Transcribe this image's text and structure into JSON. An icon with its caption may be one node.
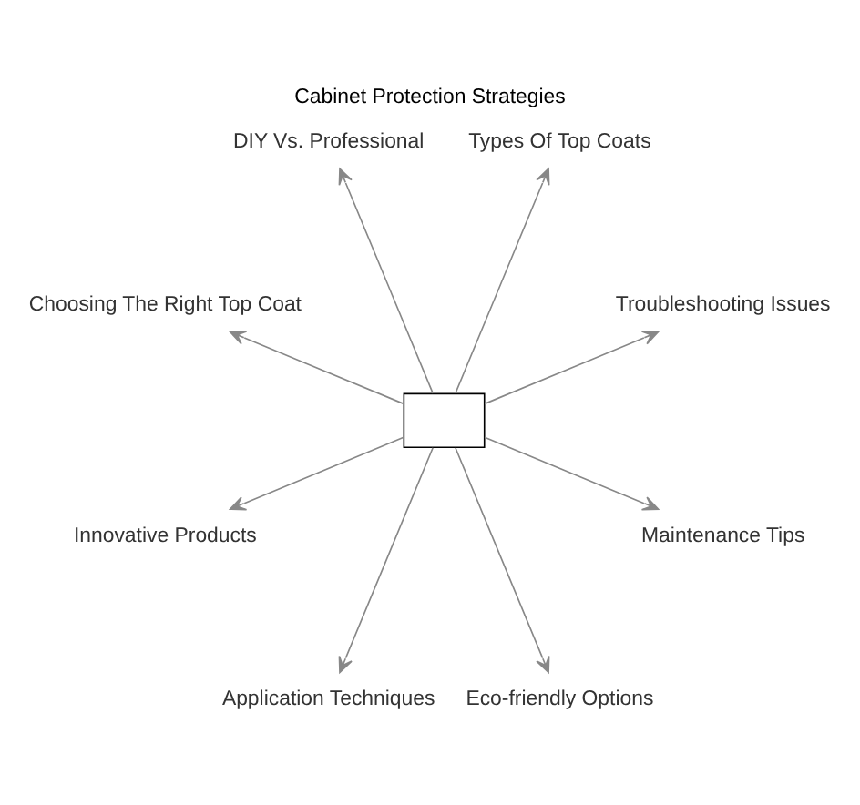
{
  "diagram": {
    "title": "Cabinet Protection Strategies",
    "nodes": [
      {
        "text": [],
        "shape": "box"
      },
      {
        "text": [
          "Troubleshooting Issues"
        ]
      },
      {
        "text": [
          "Types Of Top Coats"
        ]
      },
      {
        "text": [
          "DIY Vs. Professional"
        ]
      },
      {
        "text": [
          "Choosing The Right Top Coat"
        ]
      },
      {
        "text": [
          "Innovative Products"
        ]
      },
      {
        "text": [
          "Application Techniques"
        ]
      },
      {
        "text": [
          "Eco-friendly Options"
        ]
      },
      {
        "text": [
          "Maintenance Tips"
        ]
      }
    ],
    "edges": [
      {
        "from": 0,
        "to": 1,
        "arrow": "to"
      },
      {
        "from": 0,
        "to": 2,
        "arrow": "to"
      },
      {
        "from": 0,
        "to": 3,
        "arrow": "to"
      },
      {
        "from": 0,
        "to": 4,
        "arrow": "to"
      },
      {
        "from": 0,
        "to": 5,
        "arrow": "to"
      },
      {
        "from": 0,
        "to": 6,
        "arrow": "to"
      },
      {
        "from": 0,
        "to": 7,
        "arrow": "to"
      },
      {
        "from": 0,
        "to": 8,
        "arrow": "to"
      }
    ]
  }
}
